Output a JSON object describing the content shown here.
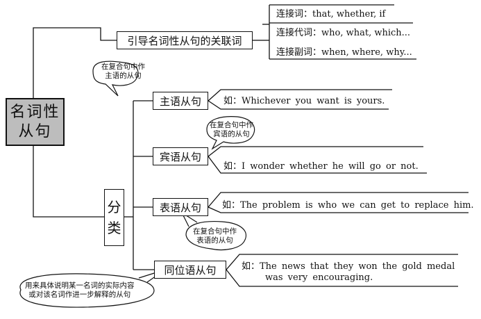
{
  "root": {
    "label_line1": "名词性",
    "label_line2": "从句"
  },
  "intro": {
    "label": "引导名词性从句的关联词",
    "items": [
      "连接词：that, whether, if",
      "连接代词：who, what, which...",
      "连接副词：when, where, why..."
    ]
  },
  "classify": {
    "char1": "分",
    "char2": "类"
  },
  "categories": [
    {
      "label": "主语从句",
      "example": "如：Whichever you want is yours.",
      "note": [
        "在复合句中作",
        "主语的从句"
      ]
    },
    {
      "label": "宾语从句",
      "example": "如：I wonder whether he will go or not.",
      "note": [
        "在复合句中作",
        "宾语的从句"
      ]
    },
    {
      "label": "表语从句",
      "example": "如：The problem is who we can get to replace him.",
      "note": [
        "在复合句中作",
        "表语的从句"
      ]
    },
    {
      "label": "同位语从句",
      "example_line1": "如：The news that they won the gold medal",
      "example_line2": "was very encouraging.",
      "note": [
        "用来具体说明某一名词的实际内容",
        "或对该名词作进一步解释的从句"
      ]
    }
  ]
}
